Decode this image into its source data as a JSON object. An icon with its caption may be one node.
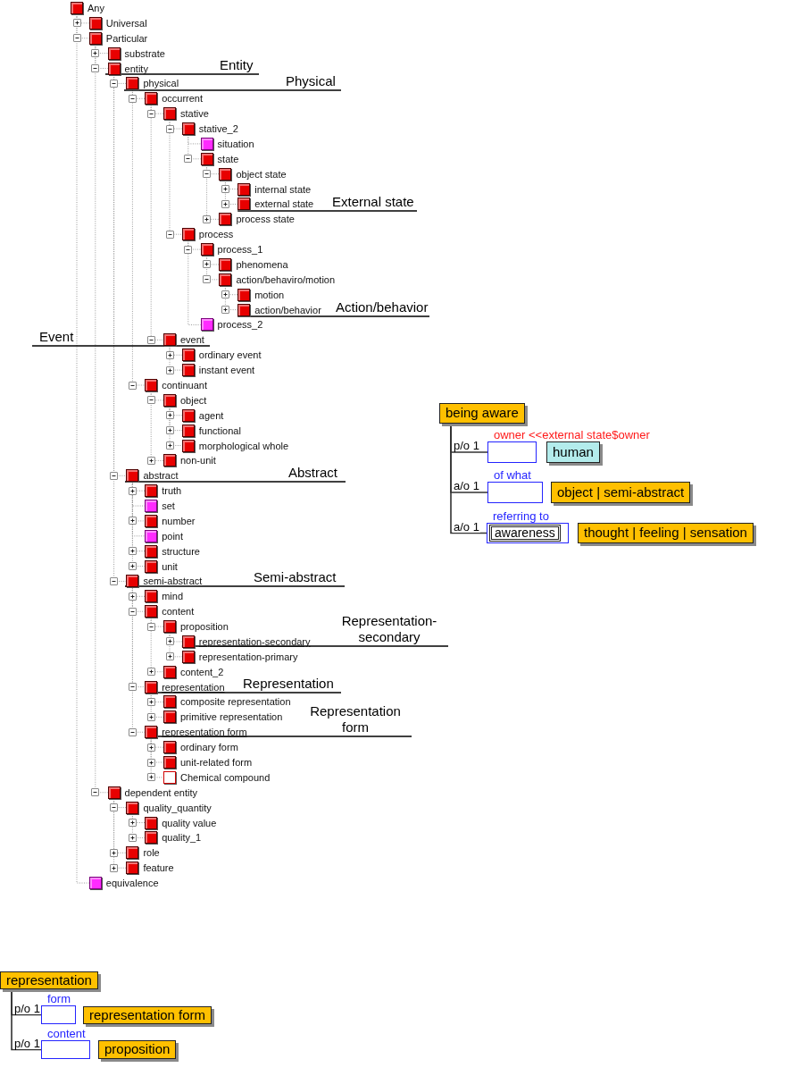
{
  "diagram": {
    "nodes": [
      {
        "text": [
          "Any"
        ]
      },
      {
        "text": [
          "Universal"
        ]
      },
      {
        "text": [
          "Particular"
        ]
      },
      {
        "text": [
          "substrate"
        ]
      },
      {
        "text": [
          "entity"
        ]
      },
      {
        "text": [
          "physical"
        ]
      },
      {
        "text": [
          "occurrent"
        ]
      },
      {
        "text": [
          "stative"
        ]
      },
      {
        "text": [
          "stative_2"
        ]
      },
      {
        "text": [
          "situation"
        ]
      },
      {
        "text": [
          "state"
        ]
      },
      {
        "text": [
          "object state"
        ]
      },
      {
        "text": [
          "internal state"
        ]
      },
      {
        "text": [
          "external state"
        ]
      },
      {
        "text": [
          "process state"
        ]
      },
      {
        "text": [
          "process"
        ]
      },
      {
        "text": [
          "process_1"
        ]
      },
      {
        "text": [
          "phenomena"
        ]
      },
      {
        "text": [
          "action/behaviro/motion"
        ]
      },
      {
        "text": [
          "motion"
        ]
      },
      {
        "text": [
          "action/behavior"
        ]
      },
      {
        "text": [
          "process_2"
        ]
      },
      {
        "text": [
          "event"
        ]
      },
      {
        "text": [
          "ordinary event"
        ]
      },
      {
        "text": [
          "instant event"
        ]
      },
      {
        "text": [
          "continuant"
        ]
      },
      {
        "text": [
          "object"
        ]
      },
      {
        "text": [
          "agent"
        ]
      },
      {
        "text": [
          "functional"
        ]
      },
      {
        "text": [
          "morphological whole"
        ]
      },
      {
        "text": [
          "non-unit"
        ]
      },
      {
        "text": [
          "abstract"
        ]
      },
      {
        "text": [
          "truth"
        ]
      },
      {
        "text": [
          "set"
        ]
      },
      {
        "text": [
          "number"
        ]
      },
      {
        "text": [
          "point"
        ]
      },
      {
        "text": [
          "structure"
        ]
      },
      {
        "text": [
          "unit"
        ]
      },
      {
        "text": [
          "semi-abstract"
        ]
      },
      {
        "text": [
          "mind"
        ]
      },
      {
        "text": [
          "content"
        ]
      },
      {
        "text": [
          "proposition"
        ]
      },
      {
        "text": [
          "representation-secondary"
        ]
      },
      {
        "text": [
          "representation-primary"
        ]
      },
      {
        "text": [
          "content_2"
        ]
      },
      {
        "text": [
          "representation"
        ]
      },
      {
        "text": [
          "composite representation"
        ]
      },
      {
        "text": [
          "primitive representation"
        ]
      },
      {
        "text": [
          "representation form"
        ]
      },
      {
        "text": [
          "ordinary form"
        ]
      },
      {
        "text": [
          "unit-related form"
        ]
      },
      {
        "text": [
          "Chemical compound"
        ]
      },
      {
        "text": [
          "dependent entity"
        ]
      },
      {
        "text": [
          "quality_quantity"
        ]
      },
      {
        "text": [
          "quality value"
        ]
      },
      {
        "text": [
          "quality_1"
        ]
      },
      {
        "text": [
          "role"
        ]
      },
      {
        "text": [
          "feature"
        ]
      },
      {
        "text": [
          "equivalence"
        ]
      },
      {
        "text": [
          "being aware"
        ]
      },
      {
        "text": [
          "owner <<external state$owner"
        ]
      },
      {
        "text": [
          "human"
        ]
      },
      {
        "text": [
          "of what"
        ]
      },
      {
        "text": [
          "object | semi-abstract"
        ]
      },
      {
        "text": [
          "referring to"
        ]
      },
      {
        "text": [
          "awareness"
        ],
        "in": 64
      },
      {
        "text": [
          "thought | feeling | sensation"
        ]
      },
      {
        "text": [
          "representation"
        ]
      },
      {
        "text": [
          "form"
        ]
      },
      {
        "text": [
          "representation form"
        ]
      },
      {
        "text": [
          "content"
        ]
      },
      {
        "text": [
          "proposition"
        ]
      },
      {
        "text": [
          "Entity"
        ]
      },
      {
        "text": [
          "Physical"
        ]
      },
      {
        "text": [
          "External state"
        ]
      },
      {
        "text": [
          "Action/behavior"
        ]
      },
      {
        "text": [
          "Event"
        ]
      },
      {
        "text": [
          "Abstract"
        ]
      },
      {
        "text": [
          "Semi-abstract"
        ]
      },
      {
        "text": [
          "Representation-secondary"
        ]
      },
      {
        "text": [
          "Representation"
        ]
      },
      {
        "text": [
          "Representation form"
        ]
      }
    ],
    "edges": [
      {
        "from": 0,
        "to": 1,
        "arrow": "none",
        "style": "dashed"
      },
      {
        "from": 0,
        "to": 2,
        "arrow": "none",
        "style": "dashed"
      },
      {
        "from": 2,
        "to": 3,
        "arrow": "none",
        "style": "dashed"
      },
      {
        "from": 2,
        "to": 4,
        "arrow": "none",
        "style": "dashed"
      },
      {
        "from": 4,
        "to": 5,
        "arrow": "none",
        "style": "dashed"
      },
      {
        "from": 5,
        "to": 6,
        "arrow": "none",
        "style": "dashed"
      },
      {
        "from": 6,
        "to": 7,
        "arrow": "none",
        "style": "dashed"
      },
      {
        "from": 7,
        "to": 8,
        "arrow": "none",
        "style": "dashed"
      },
      {
        "from": 8,
        "to": 9,
        "arrow": "none",
        "style": "dashed"
      },
      {
        "from": 8,
        "to": 10,
        "arrow": "none",
        "style": "dashed"
      },
      {
        "from": 10,
        "to": 11,
        "arrow": "none",
        "style": "dashed"
      },
      {
        "from": 11,
        "to": 12,
        "arrow": "none",
        "style": "dashed"
      },
      {
        "from": 11,
        "to": 13,
        "arrow": "none",
        "style": "dashed"
      },
      {
        "from": 10,
        "to": 14,
        "arrow": "none",
        "style": "dashed"
      },
      {
        "from": 7,
        "to": 15,
        "arrow": "none",
        "style": "dashed"
      },
      {
        "from": 15,
        "to": 16,
        "arrow": "none",
        "style": "dashed"
      },
      {
        "from": 16,
        "to": 17,
        "arrow": "none",
        "style": "dashed"
      },
      {
        "from": 16,
        "to": 18,
        "arrow": "none",
        "style": "dashed"
      },
      {
        "from": 18,
        "to": 19,
        "arrow": "none",
        "style": "dashed"
      },
      {
        "from": 18,
        "to": 20,
        "arrow": "none",
        "style": "dashed"
      },
      {
        "from": 15,
        "to": 21,
        "arrow": "none",
        "style": "dashed"
      },
      {
        "from": 6,
        "to": 22,
        "arrow": "none",
        "style": "dashed"
      },
      {
        "from": 22,
        "to": 23,
        "arrow": "none",
        "style": "dashed"
      },
      {
        "from": 22,
        "to": 24,
        "arrow": "none",
        "style": "dashed"
      },
      {
        "from": 5,
        "to": 25,
        "arrow": "none",
        "style": "dashed"
      },
      {
        "from": 25,
        "to": 26,
        "arrow": "none",
        "style": "dashed"
      },
      {
        "from": 26,
        "to": 27,
        "arrow": "none",
        "style": "dashed"
      },
      {
        "from": 26,
        "to": 28,
        "arrow": "none",
        "style": "dashed"
      },
      {
        "from": 26,
        "to": 29,
        "arrow": "none",
        "style": "dashed"
      },
      {
        "from": 25,
        "to": 30,
        "arrow": "none",
        "style": "dashed"
      },
      {
        "from": 4,
        "to": 31,
        "arrow": "none",
        "style": "dashed"
      },
      {
        "from": 31,
        "to": 32,
        "arrow": "none",
        "style": "dashed"
      },
      {
        "from": 31,
        "to": 33,
        "arrow": "none",
        "style": "dashed"
      },
      {
        "from": 31,
        "to": 34,
        "arrow": "none",
        "style": "dashed"
      },
      {
        "from": 31,
        "to": 35,
        "arrow": "none",
        "style": "dashed"
      },
      {
        "from": 31,
        "to": 36,
        "arrow": "none",
        "style": "dashed"
      },
      {
        "from": 31,
        "to": 37,
        "arrow": "none",
        "style": "dashed"
      },
      {
        "from": 4,
        "to": 38,
        "arrow": "none",
        "style": "dashed"
      },
      {
        "from": 38,
        "to": 39,
        "arrow": "none",
        "style": "dashed"
      },
      {
        "from": 38,
        "to": 40,
        "arrow": "none",
        "style": "dashed"
      },
      {
        "from": 40,
        "to": 41,
        "arrow": "none",
        "style": "dashed"
      },
      {
        "from": 41,
        "to": 42,
        "arrow": "none",
        "style": "dashed"
      },
      {
        "from": 41,
        "to": 43,
        "arrow": "none",
        "style": "dashed"
      },
      {
        "from": 40,
        "to": 44,
        "arrow": "none",
        "style": "dashed"
      },
      {
        "from": 38,
        "to": 45,
        "arrow": "none",
        "style": "dashed"
      },
      {
        "from": 45,
        "to": 46,
        "arrow": "none",
        "style": "dashed"
      },
      {
        "from": 45,
        "to": 47,
        "arrow": "none",
        "style": "dashed"
      },
      {
        "from": 38,
        "to": 48,
        "arrow": "none",
        "style": "dashed"
      },
      {
        "from": 48,
        "to": 49,
        "arrow": "none",
        "style": "dashed"
      },
      {
        "from": 48,
        "to": 50,
        "arrow": "none",
        "style": "dashed"
      },
      {
        "from": 48,
        "to": 51,
        "arrow": "none",
        "style": "dashed"
      },
      {
        "from": 2,
        "to": 52,
        "arrow": "none",
        "style": "dashed"
      },
      {
        "from": 52,
        "to": 53,
        "arrow": "none",
        "style": "dashed"
      },
      {
        "from": 53,
        "to": 54,
        "arrow": "none",
        "style": "dashed"
      },
      {
        "from": 53,
        "to": 55,
        "arrow": "none",
        "style": "dashed"
      },
      {
        "from": 52,
        "to": 56,
        "arrow": "none",
        "style": "dashed"
      },
      {
        "from": 52,
        "to": 57,
        "arrow": "none",
        "style": "dashed"
      },
      {
        "from": 0,
        "to": 58,
        "arrow": "none",
        "style": "dashed"
      },
      {
        "from": 59,
        "to": 60,
        "arrow": "none",
        "label": "p/o 1",
        "color": "#333333"
      },
      {
        "from": 59,
        "to": 62,
        "arrow": "none",
        "label": "a/o 1",
        "color": "#333333"
      },
      {
        "from": 59,
        "to": 64,
        "arrow": "none",
        "label": "a/o 1",
        "color": "#333333"
      },
      {
        "from": 67,
        "to": 68,
        "arrow": "none",
        "label": "p/o 1",
        "color": "#333333"
      },
      {
        "from": 67,
        "to": 70,
        "arrow": "none",
        "label": "p/o 1",
        "color": "#333333"
      },
      {
        "from": 72,
        "to": 4,
        "arrow": "none",
        "color": "#000000"
      },
      {
        "from": 73,
        "to": 5,
        "arrow": "none",
        "color": "#000000"
      },
      {
        "from": 74,
        "to": 13,
        "arrow": "none",
        "color": "#000000"
      },
      {
        "from": 75,
        "to": 20,
        "arrow": "none",
        "color": "#000000"
      },
      {
        "from": 76,
        "to": 22,
        "arrow": "none",
        "color": "#000000"
      },
      {
        "from": 77,
        "to": 31,
        "arrow": "none",
        "color": "#000000"
      },
      {
        "from": 78,
        "to": 38,
        "arrow": "none",
        "color": "#000000"
      },
      {
        "from": 79,
        "to": 42,
        "arrow": "none",
        "color": "#000000"
      },
      {
        "from": 80,
        "to": 45,
        "arrow": "none",
        "color": "#000000"
      },
      {
        "from": 81,
        "to": 48,
        "arrow": "none",
        "color": "#000000"
      }
    ]
  }
}
